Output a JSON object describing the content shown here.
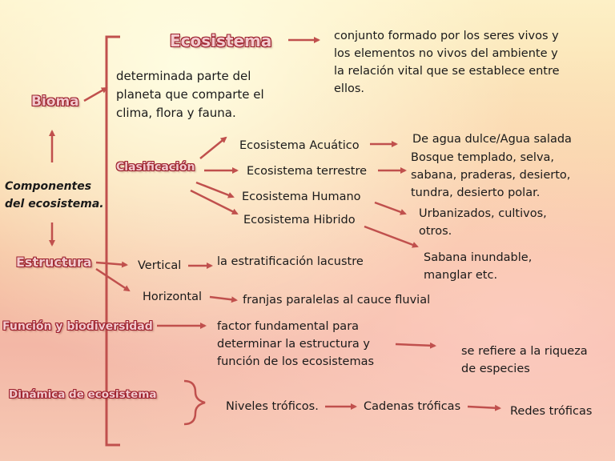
{
  "colors": {
    "arrow": "#c0504d",
    "heading_fill": "#f2c9cd",
    "heading_outline": "#9c1f2c"
  },
  "headings": {
    "ecosistema": "Ecosistema",
    "bioma": "Bioma",
    "clasificacion": "Clasificación",
    "componentes_line1": "Componentes",
    "componentes_line2": "del ecosistema.",
    "estructura": "Estructura",
    "funcion": "Función y biodiversidad",
    "dinamica": "Dinámica de ecosistema"
  },
  "texts": {
    "ecosistema_def": [
      "conjunto formado por los seres vivos y",
      "los elementos no vivos del ambiente y",
      "la relación vital que se establece entre",
      "ellos."
    ],
    "bioma_def": [
      "determinada parte del",
      "planeta que comparte el",
      "clima, flora y fauna."
    ],
    "acuatico": "Ecosistema Acuático",
    "terrestre": "Ecosistema terrestre",
    "humano": "Ecosistema Humano",
    "hibrido": "Ecosistema Hibrido",
    "acuatico_def": "De agua dulce/Agua salada",
    "terrestre_def": [
      "Bosque templado, selva,",
      "sabana, praderas, desierto,",
      "tundra, desierto polar."
    ],
    "humano_def": [
      "Urbanizados, cultivos,",
      "otros."
    ],
    "hibrido_def": [
      "Sabana inundable,",
      "manglar etc."
    ],
    "vertical": "Vertical",
    "vertical_def": "la estratificación lacustre",
    "horizontal": "Horizontal",
    "horizontal_def": "franjas paralelas al cauce fluvial",
    "funcion_def": [
      "factor fundamental para",
      "determinar la estructura y",
      "función de los ecosistemas"
    ],
    "riqueza": [
      "se refiere a la riqueza",
      "de especies"
    ],
    "niveles": "Niveles tróficos.",
    "cadenas": "Cadenas tróficas",
    "redes": "Redes tróficas"
  }
}
